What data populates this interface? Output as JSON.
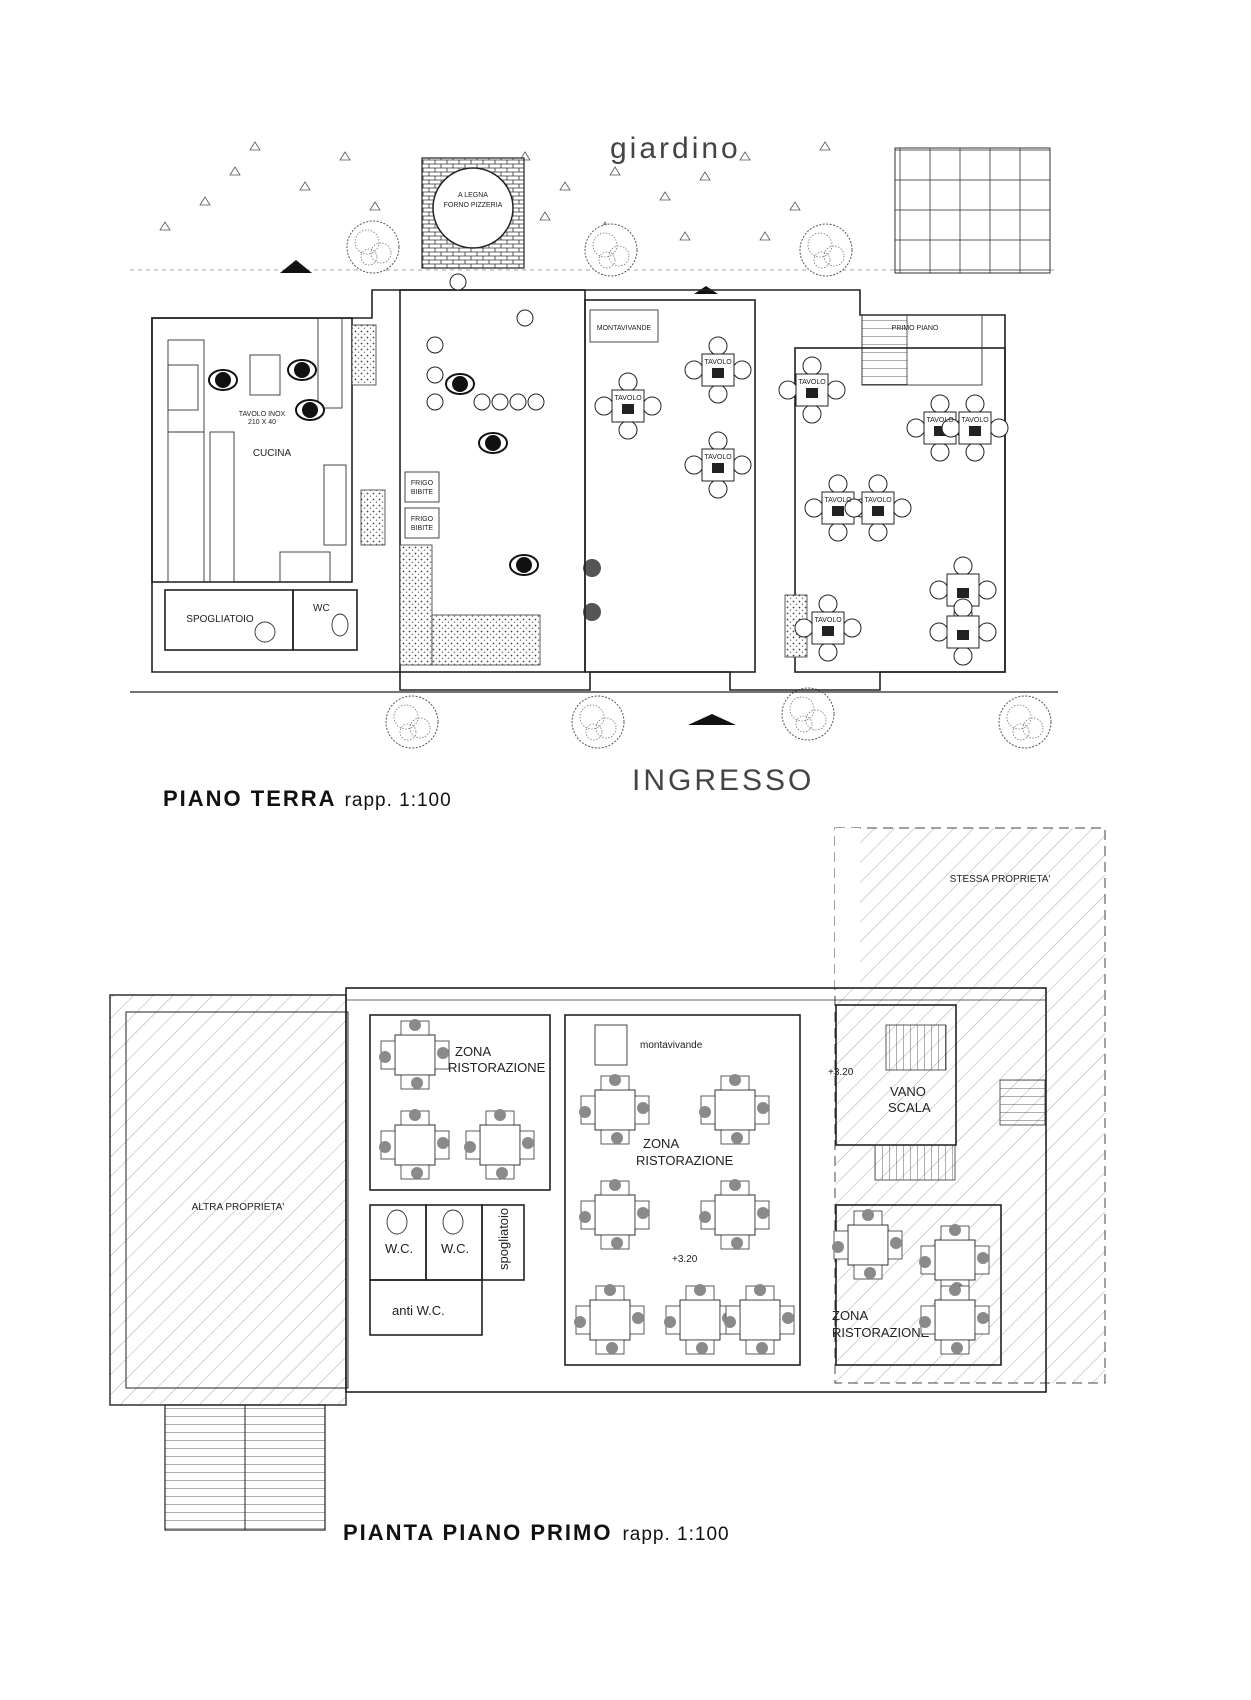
{
  "ground_floor": {
    "title": "PIANO TERRA",
    "scale": "rapp. 1:100",
    "garden": "giardino",
    "entrance": "INGRESSO",
    "oven": [
      "A LEGNA",
      "FORNO PIZZERIA"
    ],
    "rooms": {
      "kitchen": "CUCINA",
      "changing": "SPOGLIATOIO",
      "wc": "WC",
      "dumbwaiter": "MONTAVIVANDE",
      "first_floor": "PRIMO PIANO"
    },
    "equipment": {
      "fridge1": [
        "FRIGO",
        "BIBITE"
      ],
      "fridge2": [
        "FRIGO",
        "BIBITE"
      ],
      "table_inox": [
        "TAVOLO INOX",
        "210 X 40"
      ]
    },
    "table_label": "TAVOLO"
  },
  "first_floor": {
    "title": "PIANTA PIANO PRIMO",
    "scale": "rapp. 1:100",
    "same_property": "STESSA PROPRIETA'",
    "other_property": "ALTRA PROPRIETA'",
    "dumbwaiter": "montavivande",
    "dining_zone": [
      "ZONA",
      "RISTORAZIONE"
    ],
    "stair": [
      "VANO",
      "SCALA"
    ],
    "wc": "W.C.",
    "anti_wc": "anti W.C.",
    "changing": "spogliatoio",
    "level_mark": "+3.20"
  },
  "colors": {
    "ink": "#222222",
    "hatch": "#999999",
    "person": "#111111"
  }
}
